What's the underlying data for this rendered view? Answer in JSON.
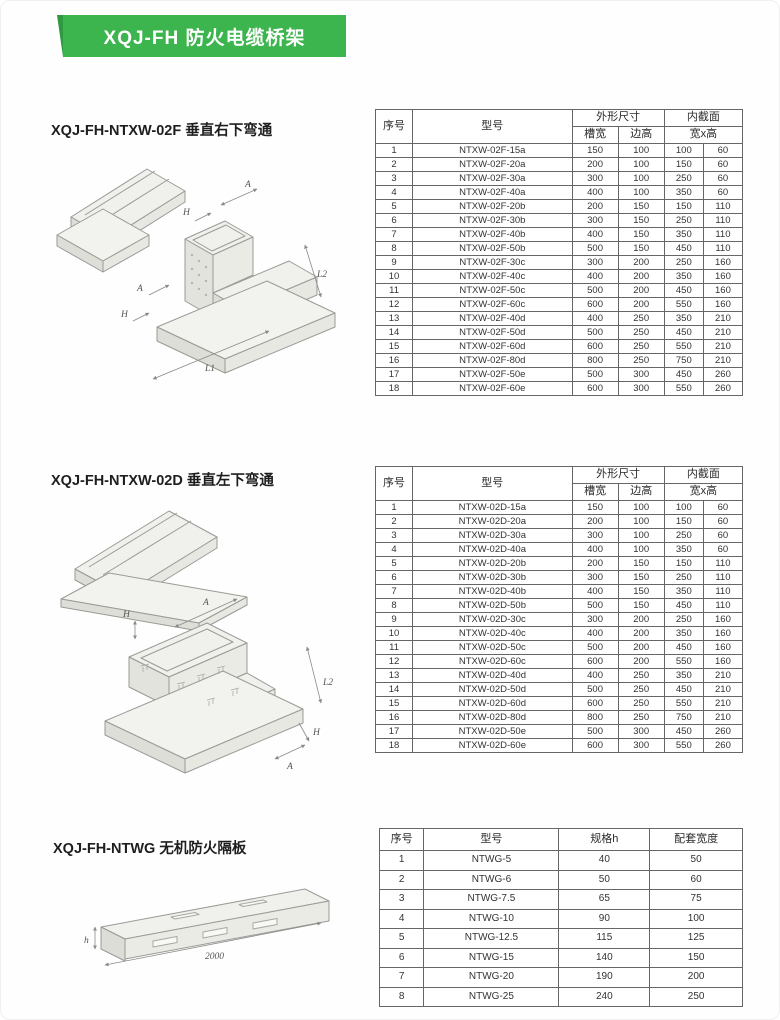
{
  "banner": {
    "title": "XQJ-FH 防火电缆桥架",
    "color": "#3cb54e"
  },
  "sections": [
    {
      "heading": "XQJ-FH-NTXW-02F 垂直右下弯通",
      "labels": [
        "A",
        "H",
        "L2",
        "A",
        "H",
        "L1"
      ],
      "table": {
        "headers": {
          "col_index": "序号",
          "col_model": "型号",
          "group_outer": "外形尺寸",
          "sub_width": "槽宽",
          "sub_height": "边高",
          "group_inner": "内截面",
          "sub_wh": "宽x高"
        },
        "rows": [
          [
            "1",
            "NTXW-02F-15a",
            "150",
            "100",
            "100",
            "60"
          ],
          [
            "2",
            "NTXW-02F-20a",
            "200",
            "100",
            "150",
            "60"
          ],
          [
            "3",
            "NTXW-02F-30a",
            "300",
            "100",
            "250",
            "60"
          ],
          [
            "4",
            "NTXW-02F-40a",
            "400",
            "100",
            "350",
            "60"
          ],
          [
            "5",
            "NTXW-02F-20b",
            "200",
            "150",
            "150",
            "110"
          ],
          [
            "6",
            "NTXW-02F-30b",
            "300",
            "150",
            "250",
            "110"
          ],
          [
            "7",
            "NTXW-02F-40b",
            "400",
            "150",
            "350",
            "110"
          ],
          [
            "8",
            "NTXW-02F-50b",
            "500",
            "150",
            "450",
            "110"
          ],
          [
            "9",
            "NTXW-02F-30c",
            "300",
            "200",
            "250",
            "160"
          ],
          [
            "10",
            "NTXW-02F-40c",
            "400",
            "200",
            "350",
            "160"
          ],
          [
            "11",
            "NTXW-02F-50c",
            "500",
            "200",
            "450",
            "160"
          ],
          [
            "12",
            "NTXW-02F-60c",
            "600",
            "200",
            "550",
            "160"
          ],
          [
            "13",
            "NTXW-02F-40d",
            "400",
            "250",
            "350",
            "210"
          ],
          [
            "14",
            "NTXW-02F-50d",
            "500",
            "250",
            "450",
            "210"
          ],
          [
            "15",
            "NTXW-02F-60d",
            "600",
            "250",
            "550",
            "210"
          ],
          [
            "16",
            "NTXW-02F-80d",
            "800",
            "250",
            "750",
            "210"
          ],
          [
            "17",
            "NTXW-02F-50e",
            "500",
            "300",
            "450",
            "260"
          ],
          [
            "18",
            "NTXW-02F-60e",
            "600",
            "300",
            "550",
            "260"
          ]
        ]
      }
    },
    {
      "heading": "XQJ-FH-NTXW-02D 垂直左下弯通",
      "labels": [
        "H",
        "A",
        "L2",
        "H",
        "A"
      ],
      "table": {
        "headers": {
          "col_index": "序号",
          "col_model": "型号",
          "group_outer": "外形尺寸",
          "sub_width": "槽宽",
          "sub_height": "边高",
          "group_inner": "内截面",
          "sub_wh": "宽x高"
        },
        "rows": [
          [
            "1",
            "NTXW-02D-15a",
            "150",
            "100",
            "100",
            "60"
          ],
          [
            "2",
            "NTXW-02D-20a",
            "200",
            "100",
            "150",
            "60"
          ],
          [
            "3",
            "NTXW-02D-30a",
            "300",
            "100",
            "250",
            "60"
          ],
          [
            "4",
            "NTXW-02D-40a",
            "400",
            "100",
            "350",
            "60"
          ],
          [
            "5",
            "NTXW-02D-20b",
            "200",
            "150",
            "150",
            "110"
          ],
          [
            "6",
            "NTXW-02D-30b",
            "300",
            "150",
            "250",
            "110"
          ],
          [
            "7",
            "NTXW-02D-40b",
            "400",
            "150",
            "350",
            "110"
          ],
          [
            "8",
            "NTXW-02D-50b",
            "500",
            "150",
            "450",
            "110"
          ],
          [
            "9",
            "NTXW-02D-30c",
            "300",
            "200",
            "250",
            "160"
          ],
          [
            "10",
            "NTXW-02D-40c",
            "400",
            "200",
            "350",
            "160"
          ],
          [
            "11",
            "NTXW-02D-50c",
            "500",
            "200",
            "450",
            "160"
          ],
          [
            "12",
            "NTXW-02D-60c",
            "600",
            "200",
            "550",
            "160"
          ],
          [
            "13",
            "NTXW-02D-40d",
            "400",
            "250",
            "350",
            "210"
          ],
          [
            "14",
            "NTXW-02D-50d",
            "500",
            "250",
            "450",
            "210"
          ],
          [
            "15",
            "NTXW-02D-60d",
            "600",
            "250",
            "550",
            "210"
          ],
          [
            "16",
            "NTXW-02D-80d",
            "800",
            "250",
            "750",
            "210"
          ],
          [
            "17",
            "NTXW-02D-50e",
            "500",
            "300",
            "450",
            "260"
          ],
          [
            "18",
            "NTXW-02D-60e",
            "600",
            "300",
            "550",
            "260"
          ]
        ]
      }
    },
    {
      "heading": "XQJ-FH-NTWG 无机防火隔板",
      "labels": [
        "h",
        "2000"
      ],
      "table": {
        "headers": {
          "col_index": "序号",
          "col_model": "型号",
          "col_spec": "规格h",
          "col_width": "配套宽度"
        },
        "rows": [
          [
            "1",
            "NTWG-5",
            "40",
            "50"
          ],
          [
            "2",
            "NTWG-6",
            "50",
            "60"
          ],
          [
            "3",
            "NTWG-7.5",
            "65",
            "75"
          ],
          [
            "4",
            "NTWG-10",
            "90",
            "100"
          ],
          [
            "5",
            "NTWG-12.5",
            "115",
            "125"
          ],
          [
            "6",
            "NTWG-15",
            "140",
            "150"
          ],
          [
            "7",
            "NTWG-20",
            "190",
            "200"
          ],
          [
            "8",
            "NTWG-25",
            "240",
            "250"
          ]
        ]
      }
    }
  ]
}
